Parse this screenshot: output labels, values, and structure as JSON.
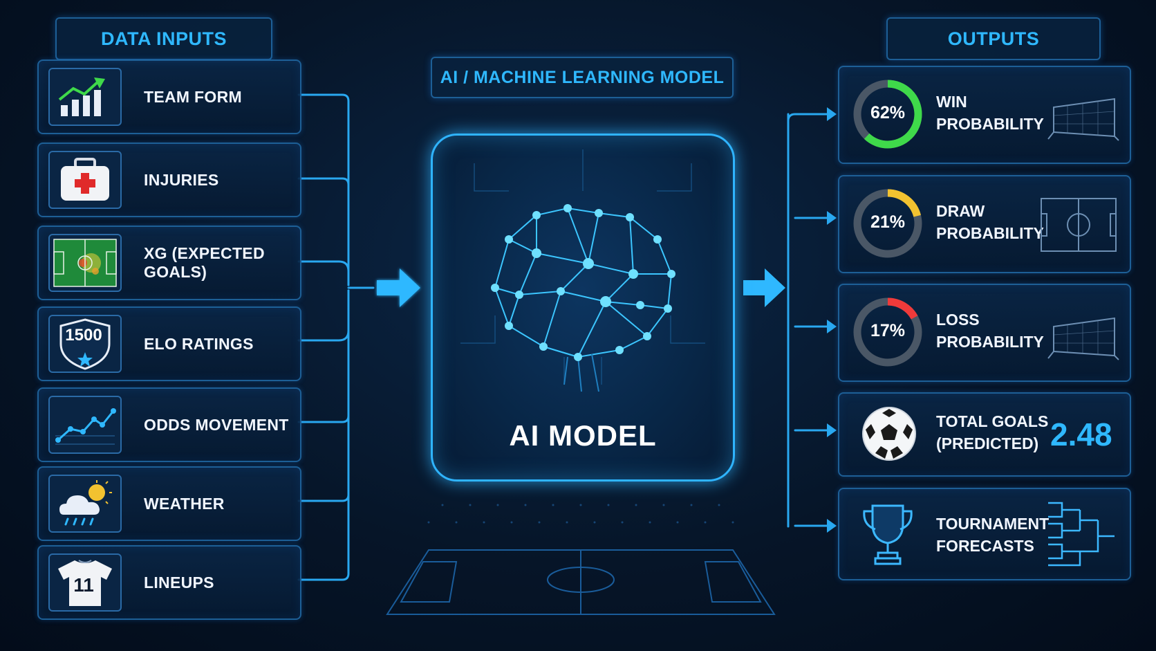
{
  "inputs": {
    "title": "DATA INPUTS",
    "items": [
      {
        "label": "TEAM FORM",
        "icon": "bar-chart-trend-icon"
      },
      {
        "label": "INJURIES",
        "icon": "first-aid-kit-icon"
      },
      {
        "label": "XG (EXPECTED GOALS)",
        "icon": "pitch-heatmap-icon"
      },
      {
        "label": "ELO RATINGS",
        "icon": "shield-rating-icon",
        "badge": "1500"
      },
      {
        "label": "ODDS MOVEMENT",
        "icon": "line-chart-icon"
      },
      {
        "label": "WEATHER",
        "icon": "weather-icon"
      },
      {
        "label": "LINEUPS",
        "icon": "jersey-icon",
        "badge": "11"
      }
    ]
  },
  "model": {
    "title": "AI / MACHINE LEARNING MODEL",
    "label": "AI MODEL"
  },
  "outputs": {
    "title": "OUTPUTS",
    "win": {
      "percent": "62%",
      "line1": "WIN",
      "line2": "PROBABILITY",
      "value": 0.62,
      "color": "#3fd94a"
    },
    "draw": {
      "percent": "21%",
      "line1": "DRAW",
      "line2": "PROBABILITY",
      "value": 0.21,
      "color": "#f2c230"
    },
    "loss": {
      "percent": "17%",
      "line1": "LOSS",
      "line2": "PROBABILITY",
      "value": 0.17,
      "color": "#f03a3a"
    },
    "goals": {
      "line1": "TOTAL GOALS",
      "line2": "(PREDICTED)",
      "value": "2.48"
    },
    "tournament": {
      "line1": "TOURNAMENT",
      "line2": "FORECASTS"
    }
  },
  "colors": {
    "accent": "#2fb8ff",
    "connector": "#29a8f0",
    "background": "#061528"
  }
}
